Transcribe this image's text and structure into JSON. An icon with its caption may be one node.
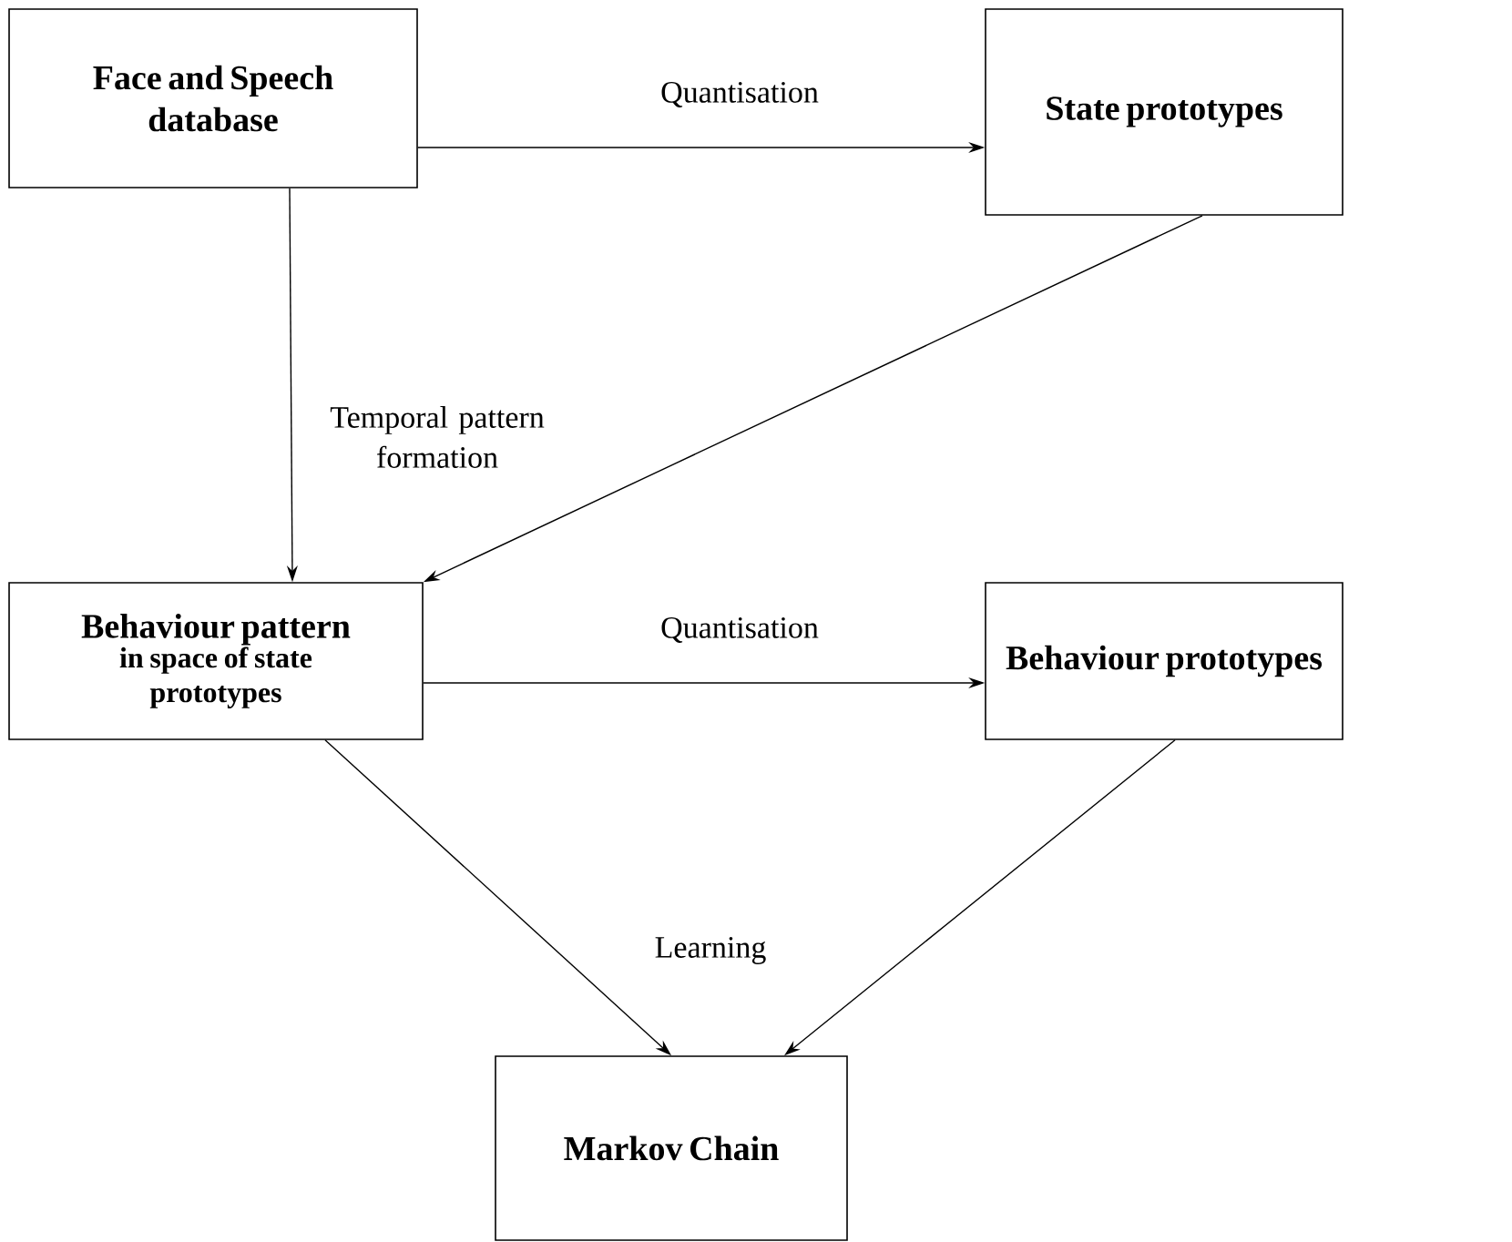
{
  "diagram": {
    "nodes": [
      {
        "text": [
          "Face and Speech database"
        ]
      },
      {
        "text": [
          "State prototypes"
        ]
      },
      {
        "text": [
          "Behaviour pattern",
          "in space of state prototypes"
        ]
      },
      {
        "text": [
          "Behaviour prototypes"
        ]
      },
      {
        "text": [
          "Markov Chain"
        ]
      }
    ],
    "edges": [
      {
        "from": 0,
        "to": 1,
        "arrow": "to",
        "label": "Quantisation"
      },
      {
        "from": 0,
        "to": 2,
        "arrow": "to",
        "label": "Temporal pattern formation"
      },
      {
        "from": 1,
        "to": 2,
        "arrow": "to"
      },
      {
        "from": 2,
        "to": 3,
        "arrow": "to",
        "label": "Quantisation"
      },
      {
        "from": 2,
        "to": 4,
        "arrow": "to",
        "label": "Learning"
      },
      {
        "from": 3,
        "to": 4,
        "arrow": "to"
      }
    ]
  }
}
